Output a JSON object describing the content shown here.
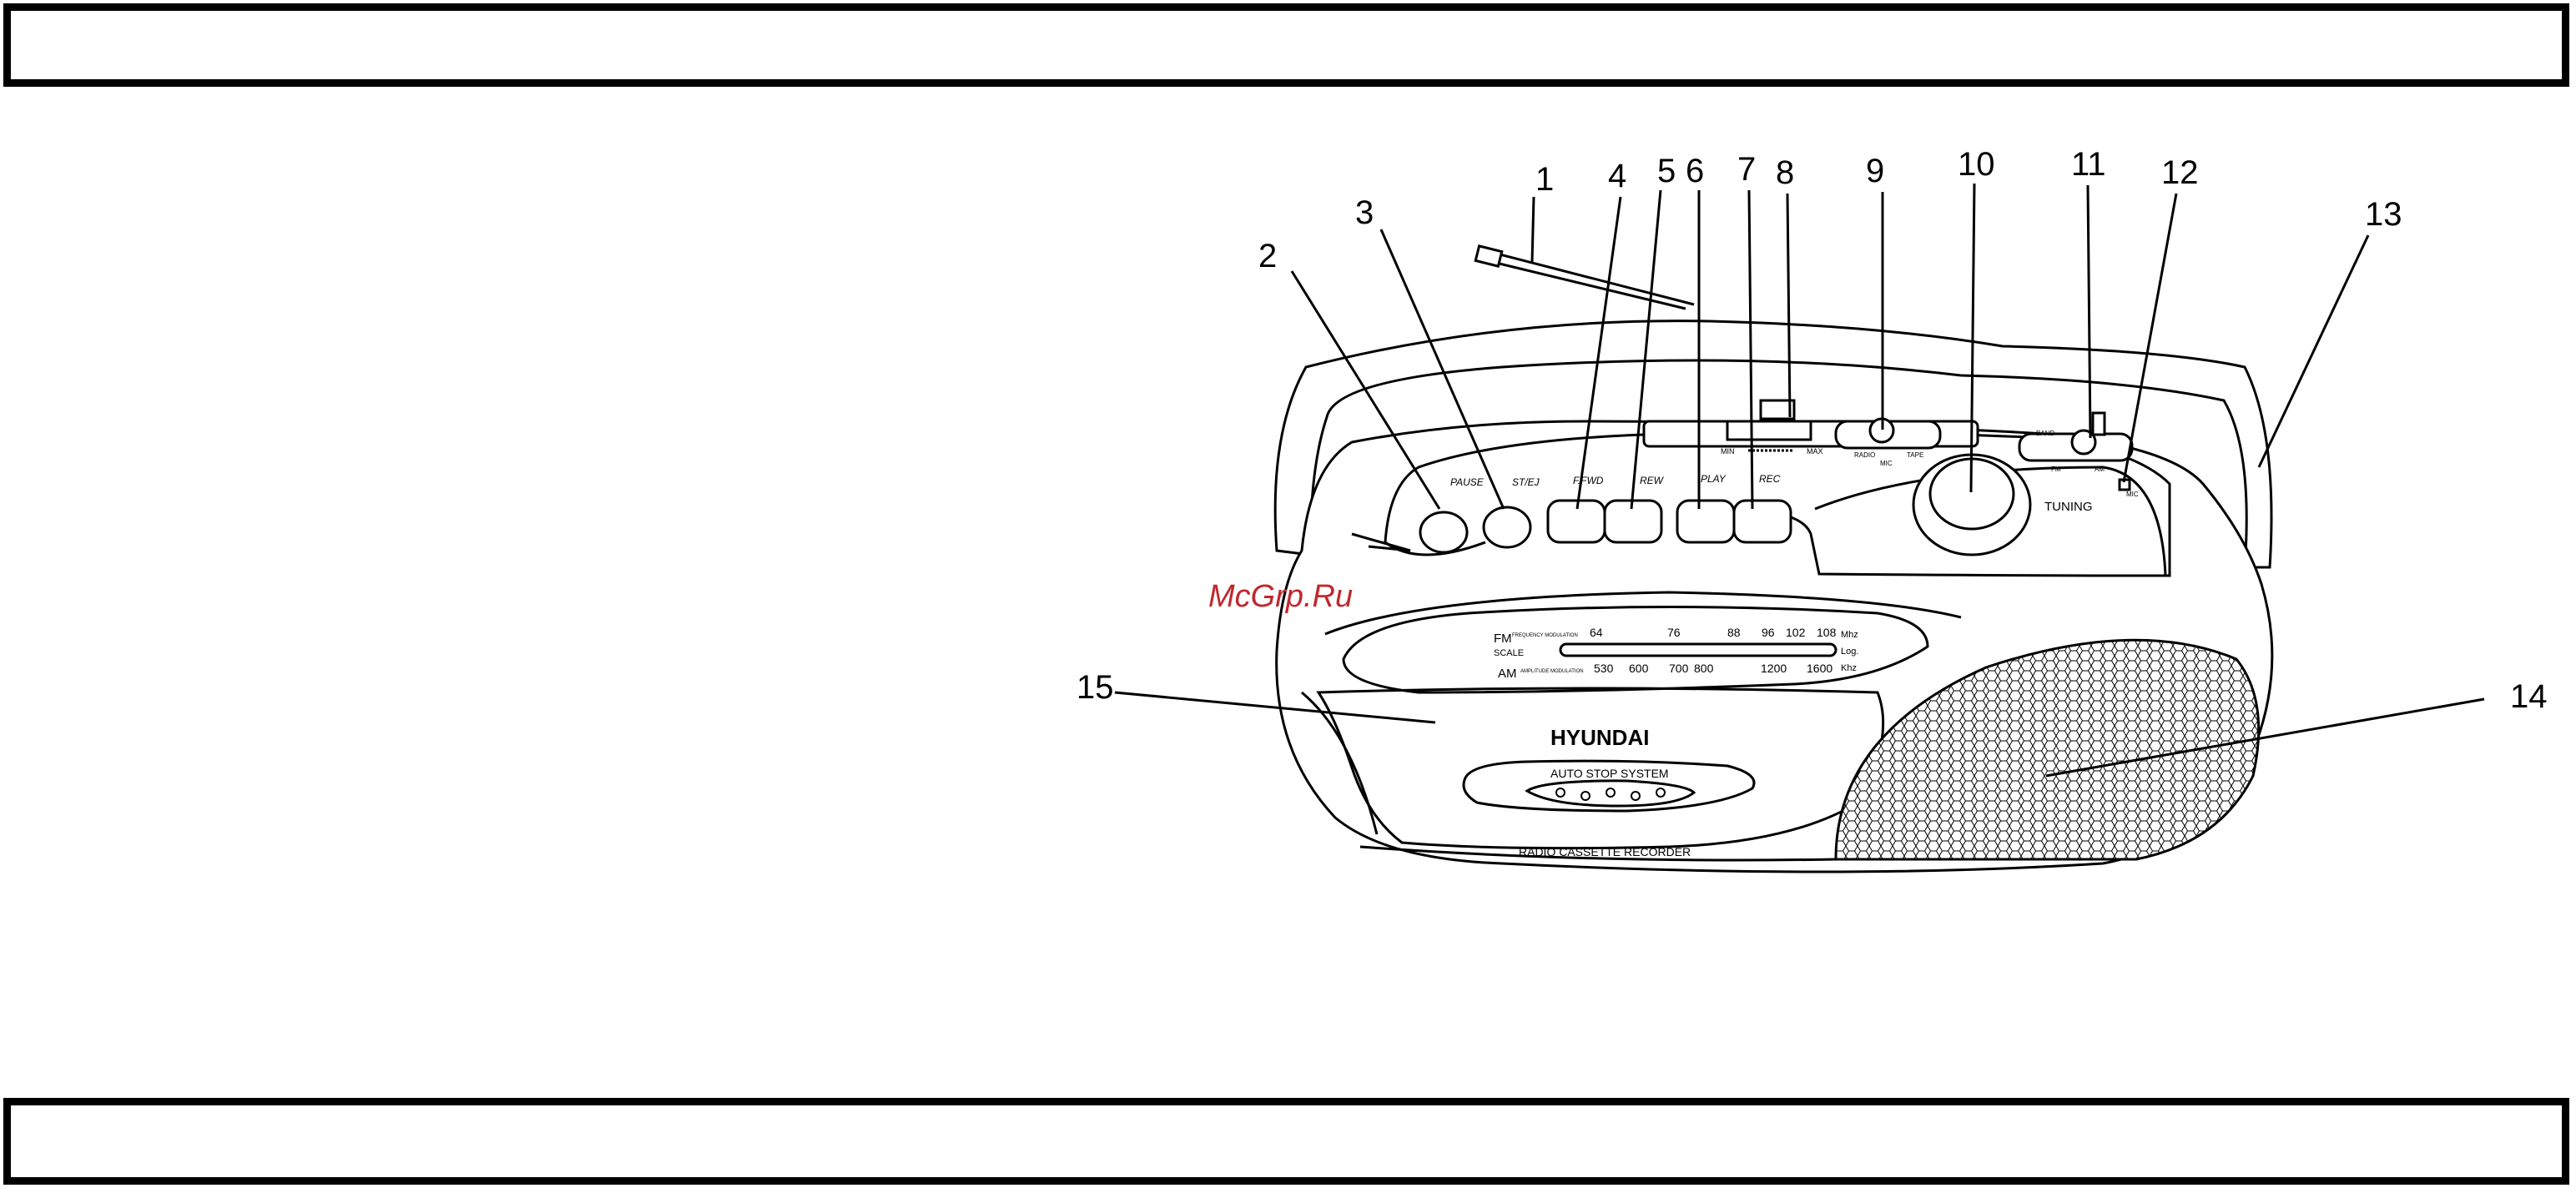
{
  "watermark": "McGrp.Ru",
  "callouts": [
    "1",
    "2",
    "3",
    "4",
    "5",
    "6",
    "7",
    "8",
    "9",
    "10",
    "11",
    "12",
    "13",
    "14",
    "15"
  ],
  "buttons": {
    "pause": "PAUSE",
    "st_ej": "ST/EJ",
    "ffwd": "F.FWD",
    "rew": "REW",
    "play": "PLAY",
    "rec": "REC"
  },
  "volume": {
    "min": "MIN",
    "max": "MAX"
  },
  "function_switch": {
    "radio": "RADIO",
    "tape": "TAPE",
    "mic": "MIC"
  },
  "band_switch": {
    "band": "BAND",
    "fm": "FM",
    "am": "AM",
    "mic": "MIC"
  },
  "tuning_label": "TUNING",
  "dial": {
    "fm_label": "FM",
    "fm_sub": "FREQUENCY MODULATION",
    "scale": "SCALE",
    "am_label": "AM",
    "am_sub": "AMPLITUDE MODULATION",
    "fm_ticks": [
      "64",
      "76",
      "88",
      "96",
      "102",
      "108"
    ],
    "fm_unit": "Mhz",
    "am_ticks": [
      "530",
      "600",
      "700",
      "800",
      "1200",
      "1600"
    ],
    "am_unit": "Khz",
    "log": "Log."
  },
  "brand": "HYUNDAI",
  "auto_stop": "AUTO STOP SYSTEM",
  "product": "RADIO CASSETTE RECORDER"
}
